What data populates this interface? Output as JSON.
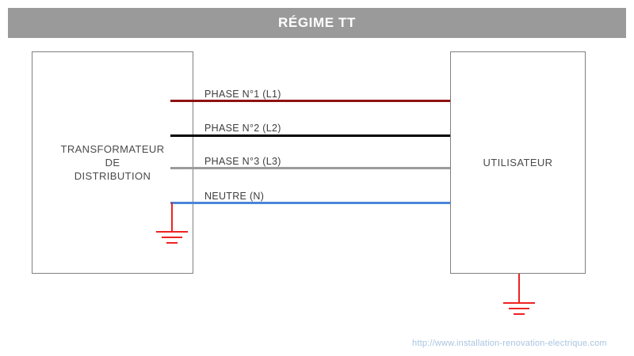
{
  "header": {
    "title": "RÉGIME TT",
    "background_color": "#9a9a9a",
    "text_color": "#ffffff"
  },
  "diagram": {
    "type": "electrical-earthing-schematic",
    "source_box": {
      "label": "TRANSFORMATEUR\nDE\nDISTRIBUTION",
      "line1": "TRANSFORMATEUR",
      "line2": "DE",
      "line3": "DISTRIBUTION",
      "border_color": "#808080"
    },
    "load_box": {
      "label": "UTILISATEUR",
      "border_color": "#808080"
    },
    "conductors": [
      {
        "id": "l1",
        "label": "PHASE N°1 (L1)",
        "color": "#8f1212"
      },
      {
        "id": "l2",
        "label": "PHASE N°2 (L2)",
        "color": "#000000"
      },
      {
        "id": "l3",
        "label": "PHASE N°3 (L3)",
        "color": "#9b9b9b"
      },
      {
        "id": "n",
        "label": "NEUTRE (N)",
        "color": "#4a86d8"
      }
    ],
    "earth_symbols": [
      {
        "id": "source-earth",
        "attached_to": "neutre",
        "color": "#ee2222"
      },
      {
        "id": "load-earth",
        "attached_to": "utilisateur",
        "color": "#ee2222"
      }
    ]
  },
  "footer": {
    "url": "http://www.installation-renovation-electrique.com",
    "color": "#a8c4e0"
  }
}
